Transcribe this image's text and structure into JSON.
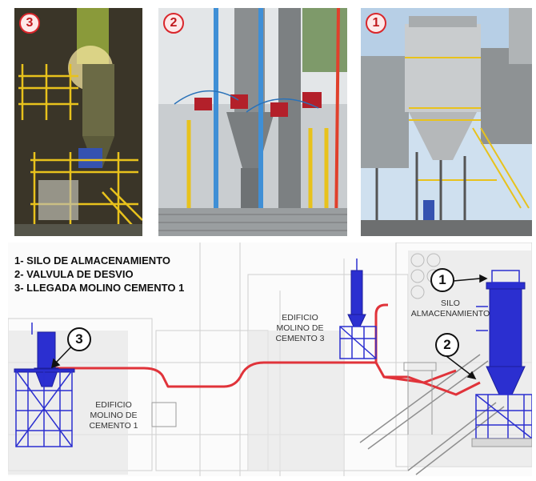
{
  "photos": [
    {
      "badge": "3"
    },
    {
      "badge": "2"
    },
    {
      "badge": "1"
    }
  ],
  "legend": {
    "item1": "1- SILO DE ALMACENAMIENTO",
    "item2": "2- VALVULA DE DESVIO",
    "item3": "3- LLEGADA MOLINO CEMENTO 1"
  },
  "callouts": {
    "c1": "1",
    "c2": "2",
    "c3": "3"
  },
  "labels": {
    "silo": "SILO\nALMACENAMIENTO",
    "edificio3": "EDIFICIO\nMOLINO DE\nCEMENTO 3",
    "edificio1": "EDIFICIO\nMOLINO DE\nCEMENTO 1"
  },
  "colors": {
    "structure": "#2b2fd0",
    "pipe": "#e0333a",
    "badge_border": "#d9262b",
    "railing": "#e8c21c"
  }
}
